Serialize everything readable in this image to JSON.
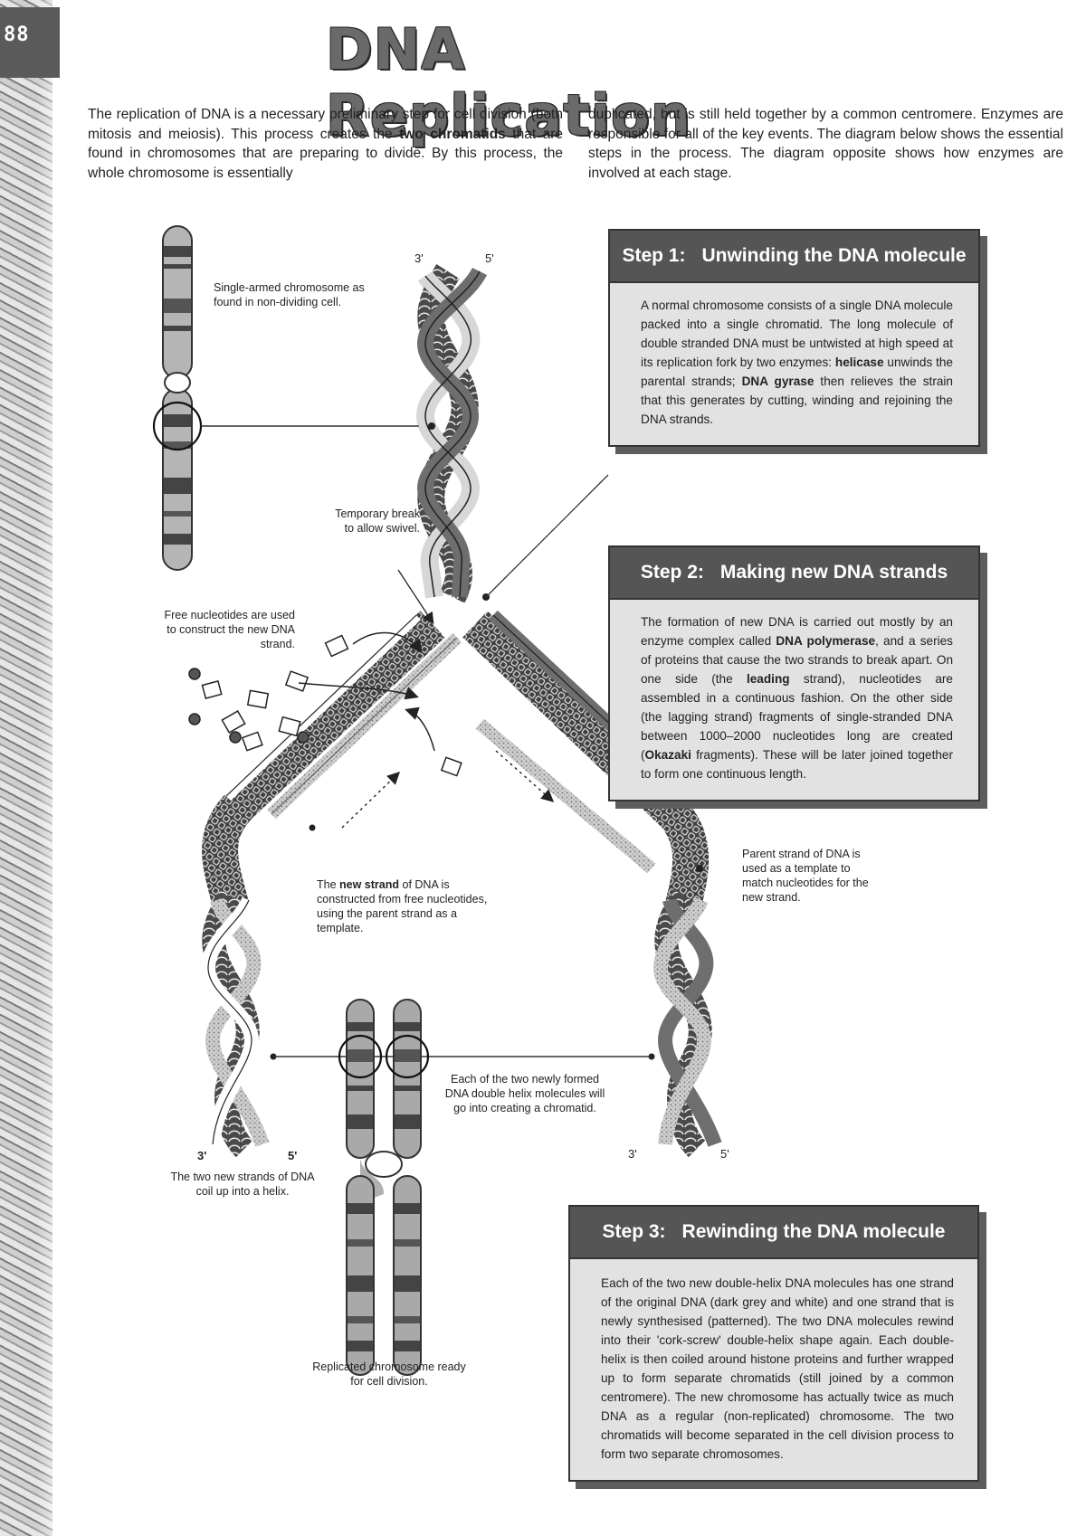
{
  "page": {
    "number": "88",
    "title": "DNA Replication"
  },
  "intro": {
    "left": {
      "p1": "The replication of DNA is a necessary preliminary step for cell division (both mitosis and meiosis). This process creates the ",
      "bold1": "two chromatids",
      "p2": " that are found in chromosomes that are preparing to divide. By this process, the whole chromosome is essentially"
    },
    "right": "duplicated, but is still held together by a common centromere. Enzymes are responsible for all of the key events. The diagram below shows the essential steps in the process. The diagram opposite shows how enzymes are involved at each stage."
  },
  "steps": [
    {
      "number": "Step 1:",
      "title": "Unwinding the DNA molecule",
      "t1": "A normal chromosome consists of a single DNA molecule packed into a single chromatid. The long molecule of double stranded DNA must be untwisted at high speed at its replication fork by two enzymes: ",
      "b1": "helicase",
      "t2": " unwinds the parental strands; ",
      "b2": "DNA gyrase",
      "t3": " then relieves the strain that this generates by cutting, winding and rejoining the DNA strands."
    },
    {
      "number": "Step 2:",
      "title": "Making new DNA strands",
      "t1": "The formation of new DNA is carried out mostly by an enzyme complex called ",
      "b1": "DNA polymerase",
      "t2": ", and a series of proteins that cause the two strands to break apart. On one side (the ",
      "b2": "leading",
      "t3": " strand), nucleotides are assembled in a continuous fashion. On the other side (the lagging strand) fragments of single-stranded DNA between 1000–2000 nucleotides long are created (",
      "b3": "Okazaki",
      "t4": " fragments). These will be later joined together to form one continuous length."
    },
    {
      "number": "Step 3:",
      "title": "Rewinding the DNA molecule",
      "t1": "Each of the two new double-helix DNA molecules has one strand of the original DNA (dark grey and white) and one strand that is newly synthesised (patterned). The two DNA molecules rewind into their 'cork-screw' double-helix shape again. Each double-helix is then coiled around histone proteins and further wrapped up to form separate chromatids (still joined by a common centromere). The new chromosome has actually twice as much DNA as a regular (non-replicated) chromosome. The two chromatids will become separated in the cell division process to form two separate chromosomes."
    }
  ],
  "labels": {
    "single_armed": "Single-armed chromosome as found in non-dividing cell.",
    "temporary_break": "Temporary break to allow swivel.",
    "free_nucleotides": "Free nucleotides are used to construct the new DNA strand.",
    "new_strand_pre": "The ",
    "new_strand_bold": "new strand",
    "new_strand_post": " of DNA is constructed from free nucleotides, using the parent strand as a template.",
    "parent_strand": "Parent strand of DNA is used as a template to match nucleotides for the new strand.",
    "each_two": "Each of the two newly formed DNA double helix molecules will go into creating a chromatid.",
    "coil_up": "The two new strands of DNA coil up into a helix.",
    "replicated": "Replicated chromosome ready for cell division."
  },
  "ends": {
    "top_3": "3'",
    "top_5": "5'",
    "left_3": "3'",
    "left_5": "5'",
    "right_3": "3'",
    "right_5": "5'"
  },
  "colors": {
    "header": "#555555",
    "panel": "#e2e2e2",
    "strand_dark": "#6e6e6e",
    "strand_light": "#ffffff",
    "strand_new": "#bdbdbd"
  }
}
